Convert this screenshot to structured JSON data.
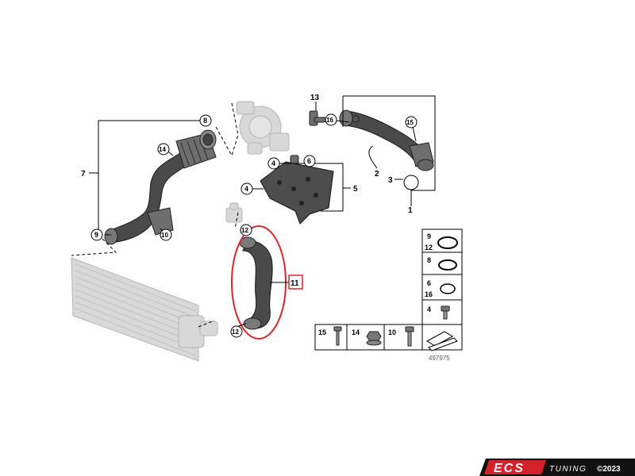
{
  "diagram": {
    "figure_number": "497975",
    "callouts": [
      {
        "id": "c1",
        "label": "1"
      },
      {
        "id": "c2",
        "label": "2"
      },
      {
        "id": "c3",
        "label": "3"
      },
      {
        "id": "c4a",
        "label": "4"
      },
      {
        "id": "c4b",
        "label": "4"
      },
      {
        "id": "c5",
        "label": "5"
      },
      {
        "id": "c6",
        "label": "6"
      },
      {
        "id": "c7",
        "label": "7"
      },
      {
        "id": "c8",
        "label": "8"
      },
      {
        "id": "c9",
        "label": "9"
      },
      {
        "id": "c10",
        "label": "10"
      },
      {
        "id": "c11",
        "label": "11"
      },
      {
        "id": "c12a",
        "label": "12"
      },
      {
        "id": "c12b",
        "label": "12"
      },
      {
        "id": "c13",
        "label": "13"
      },
      {
        "id": "c14",
        "label": "14"
      },
      {
        "id": "c15",
        "label": "15"
      },
      {
        "id": "c16",
        "label": "16"
      }
    ],
    "legend_side": [
      {
        "top": "9",
        "bottom": "12"
      },
      {
        "top": "8",
        "bottom": ""
      },
      {
        "top": "6",
        "bottom": "16"
      },
      {
        "top": "4",
        "bottom": ""
      }
    ],
    "legend_bottom": [
      "15",
      "14",
      "10"
    ]
  },
  "logo": {
    "brand": "ECS",
    "suffix": "TUNING",
    "copyright": "©2023",
    "colors": {
      "red": "#d6202a",
      "black": "#111111",
      "white": "#ffffff"
    }
  },
  "colors": {
    "highlight": "#d8262d",
    "hose": "#4a4a4a",
    "ghost": "#d8d8d8"
  }
}
